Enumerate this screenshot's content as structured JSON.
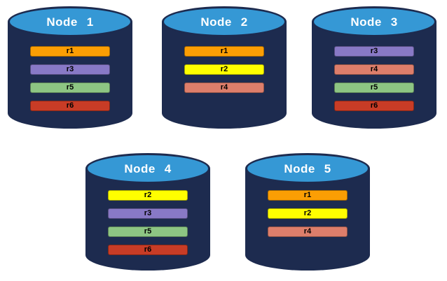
{
  "palette": {
    "background": "#FFFFFF",
    "cylinder_body": "#1D2B4F",
    "cylinder_top": "#3598D5",
    "title_text": "#FFFFFF",
    "bar_text": "#000000",
    "replica_colors": {
      "r1": "#FB9E04",
      "r2": "#FFFF00",
      "r3": "#8879C6",
      "r4": "#DD7E6B",
      "r5": "#8DC583",
      "r6": "#C83C26"
    }
  },
  "nodes": [
    {
      "label": "Node 1",
      "replicas": [
        {
          "label": "r1",
          "color": "#FB9E04"
        },
        {
          "label": "r3",
          "color": "#8879C6"
        },
        {
          "label": "r5",
          "color": "#8DC583"
        },
        {
          "label": "r6",
          "color": "#C83C26"
        }
      ]
    },
    {
      "label": "Node 2",
      "replicas": [
        {
          "label": "r1",
          "color": "#FB9E04"
        },
        {
          "label": "r2",
          "color": "#FFFF00"
        },
        {
          "label": "r4",
          "color": "#DD7E6B"
        }
      ]
    },
    {
      "label": "Node 3",
      "replicas": [
        {
          "label": "r3",
          "color": "#8879C6"
        },
        {
          "label": "r4",
          "color": "#DD7E6B"
        },
        {
          "label": "r5",
          "color": "#8DC583"
        },
        {
          "label": "r6",
          "color": "#C83C26"
        }
      ]
    },
    {
      "label": "Node 4",
      "replicas": [
        {
          "label": "r2",
          "color": "#FFFF00"
        },
        {
          "label": "r3",
          "color": "#8879C6"
        },
        {
          "label": "r5",
          "color": "#8DC583"
        },
        {
          "label": "r6",
          "color": "#C83C26"
        }
      ]
    },
    {
      "label": "Node 5",
      "replicas": [
        {
          "label": "r1",
          "color": "#FB9E04"
        },
        {
          "label": "r2",
          "color": "#FFFF00"
        },
        {
          "label": "r4",
          "color": "#DD7E6B"
        }
      ]
    }
  ]
}
